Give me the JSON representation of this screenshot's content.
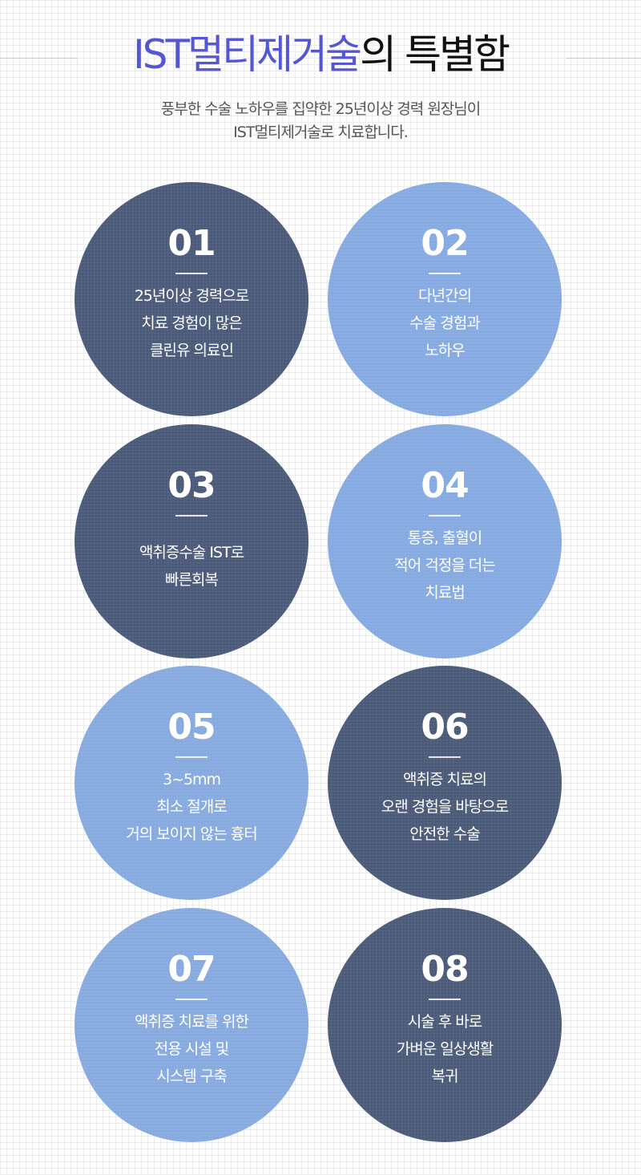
{
  "header": {
    "title_accent": "IST멀티제거술",
    "title_rest": "의 특별함",
    "subtitle_lines": [
      "풍부한 수술 노하우를 집약한 25년이상 경력 원장님이",
      "IST멀티제거술로 치료합니다."
    ]
  },
  "colors": {
    "accent": "#5456d4",
    "dark_circle": "#4a5a78",
    "light_circle": "#86aadf"
  },
  "features": [
    {
      "number": "01",
      "style": "dark",
      "lines": [
        "25년이상 경력으로",
        "치료 경험이 많은",
        "클린유 의료인"
      ]
    },
    {
      "number": "02",
      "style": "light",
      "lines": [
        "다년간의",
        "수술 경험과",
        "노하우"
      ]
    },
    {
      "number": "03",
      "style": "dark",
      "lines": [
        "액취증수술 IST로",
        "빠른회복"
      ]
    },
    {
      "number": "04",
      "style": "light",
      "lines": [
        "통증, 출혈이",
        "적어 걱정을 더는",
        "치료법"
      ]
    },
    {
      "number": "05",
      "style": "light",
      "lines": [
        "3~5mm",
        "최소 절개로",
        "거의 보이지 않는 흉터"
      ]
    },
    {
      "number": "06",
      "style": "dark",
      "lines": [
        "액취증 치료의",
        "오랜 경험을 바탕으로",
        "안전한 수술"
      ]
    },
    {
      "number": "07",
      "style": "light",
      "lines": [
        "액취증 치료를 위한",
        "전용 시설 및",
        "시스템 구축"
      ]
    },
    {
      "number": "08",
      "style": "dark",
      "lines": [
        "시술 후 바로",
        "가벼운 일상생활",
        "복귀"
      ]
    }
  ]
}
